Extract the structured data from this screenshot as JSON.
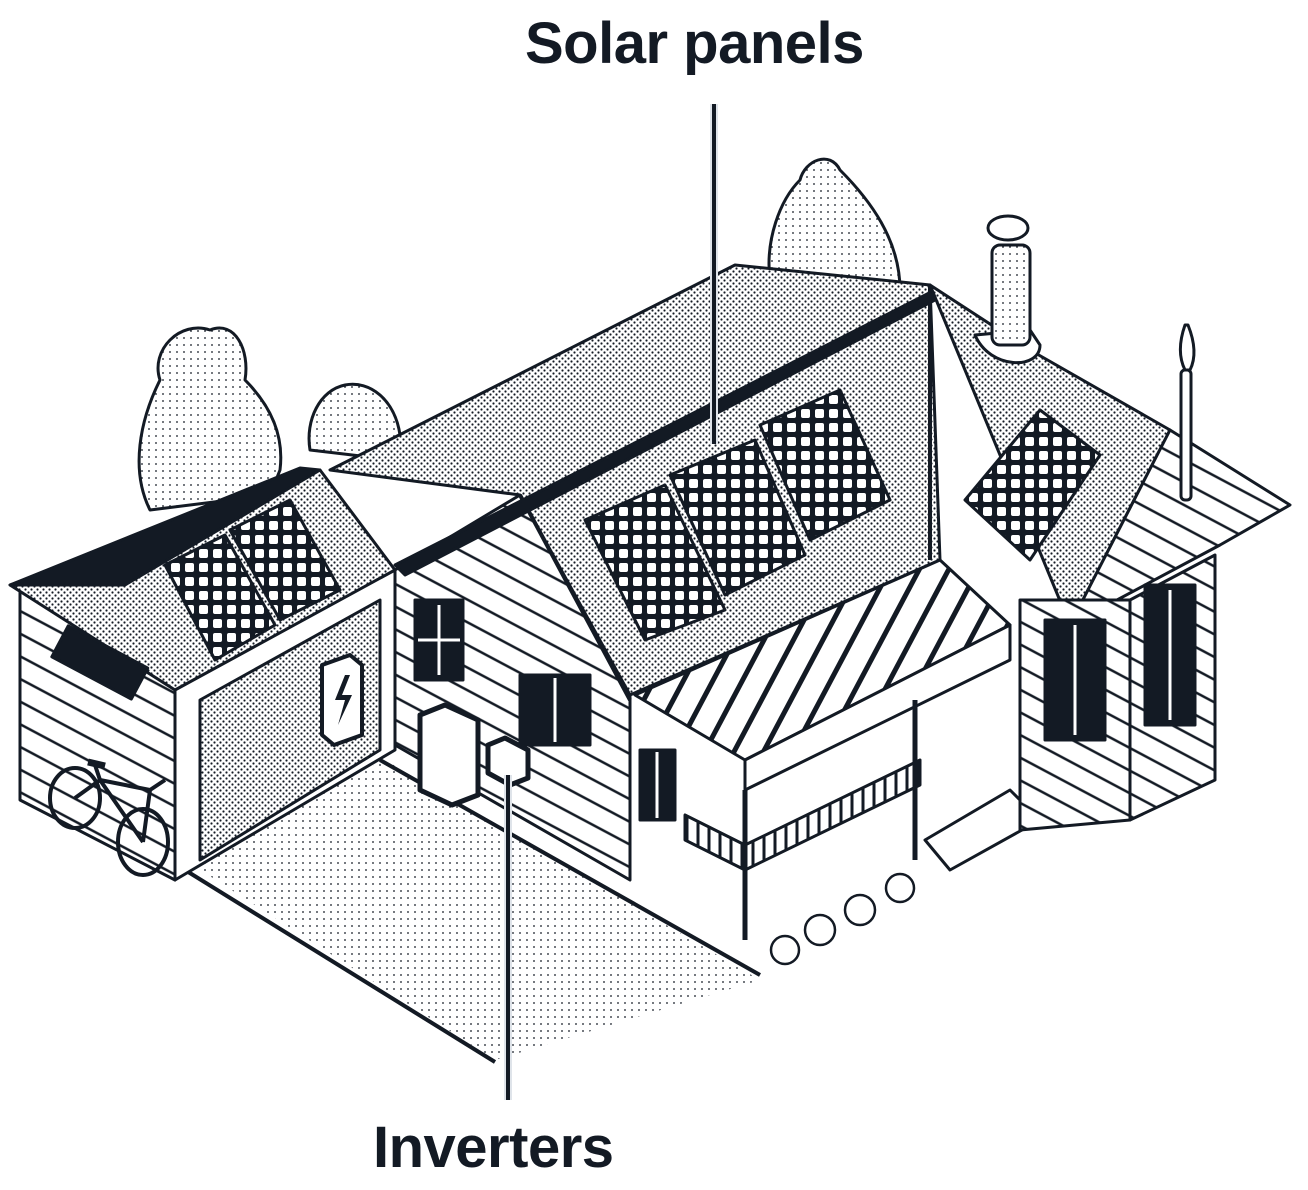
{
  "figure": {
    "subject": "Isometric illustration of a house with rooftop solar panels and wall-mounted inverters",
    "ink_color": "#131a24",
    "background": "#ffffff",
    "leader_halo_color": "#dfe4ea"
  },
  "callouts": [
    {
      "id": "solar",
      "label": "Solar panels",
      "points_to": "roof solar panel array"
    },
    {
      "id": "inverters",
      "label": "Inverters",
      "points_to": "wall-mounted inverter boxes"
    }
  ],
  "elements": {
    "garage_panels": 2,
    "main_roof_panels": 3,
    "right_wing_panels": 1,
    "ev_charger_icon": "lightning-bolt",
    "bicycle": true,
    "chimney": true,
    "antenna": true,
    "porch": true
  }
}
